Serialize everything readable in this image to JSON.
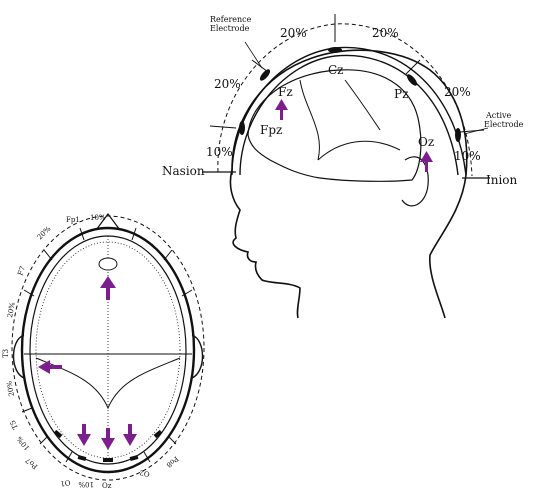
{
  "head_diagram": {
    "reference_label_line1": "Reference",
    "reference_label_line2": "Electrode",
    "active_label_line1": "Active",
    "active_label_line2": "Electrode",
    "nasion": "Nasion",
    "inion": "Inion",
    "pct_top_left": "20%",
    "pct_top_right": "20%",
    "pct_left_mid": "20%",
    "pct_right_mid": "20%",
    "pct_left_low": "10%",
    "pct_right_low": "10%",
    "electrode_cz": "Cz",
    "electrode_fz": "Fz",
    "electrode_pz": "Pz",
    "electrode_fpz": "Fpz",
    "electrode_oz": "Oz"
  },
  "top_diagram": {
    "label_fp1": "Fp1",
    "label_pct_top": "10%",
    "label_pct_upper_left": "20%",
    "label_f7": "F7",
    "label_pct_mid_left": "20%",
    "label_t3": "T3",
    "label_pct_low_left": "20%",
    "label_t5": "T5",
    "label_pct_bottom_left": "10%",
    "label_po7": "Po7",
    "label_o1": "O1",
    "label_pct_bottom_mid": "10%",
    "label_oz": "Oz",
    "label_o2": "O2",
    "label_po8": "Po8"
  },
  "colors": {
    "arrow": "#7b1f8c",
    "line": "#111111"
  }
}
